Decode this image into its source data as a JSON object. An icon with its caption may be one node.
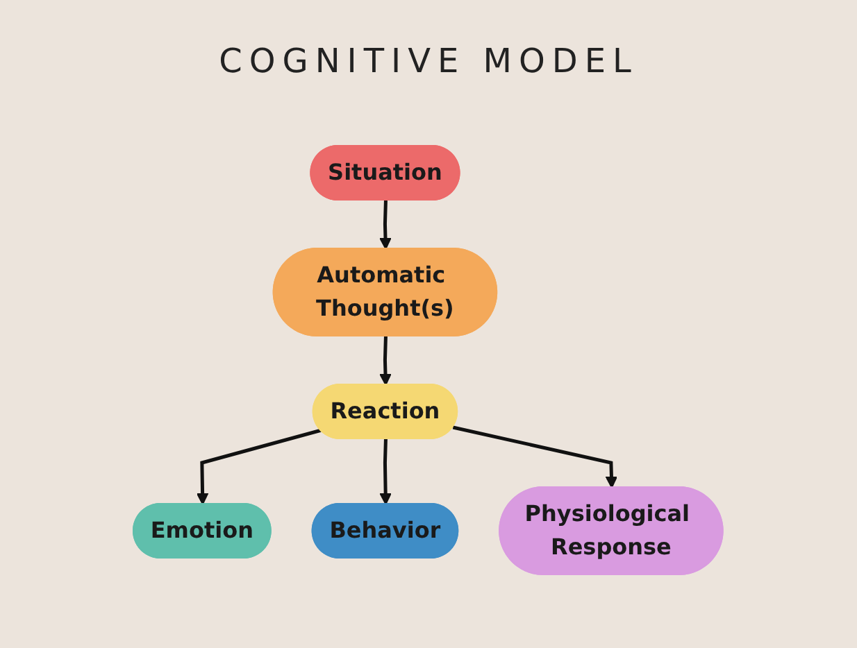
{
  "diagram": {
    "title": "COGNITIVE MODEL",
    "nodes": [
      {
        "text": [
          "Situation"
        ]
      },
      {
        "text": [
          "Automatic Thought(s)"
        ]
      },
      {
        "text": [
          "Reaction"
        ]
      },
      {
        "text": [
          "Emotion"
        ]
      },
      {
        "text": [
          "Behavior"
        ]
      },
      {
        "text": [
          "Physiological Response"
        ]
      }
    ],
    "edges": [
      {
        "from": 0,
        "to": 1,
        "arrow": "to"
      },
      {
        "from": 1,
        "to": 2,
        "arrow": "to"
      },
      {
        "from": 2,
        "to": 3,
        "arrow": "to"
      },
      {
        "from": 2,
        "to": 4,
        "arrow": "to"
      },
      {
        "from": 2,
        "to": 5,
        "arrow": "to"
      }
    ]
  }
}
